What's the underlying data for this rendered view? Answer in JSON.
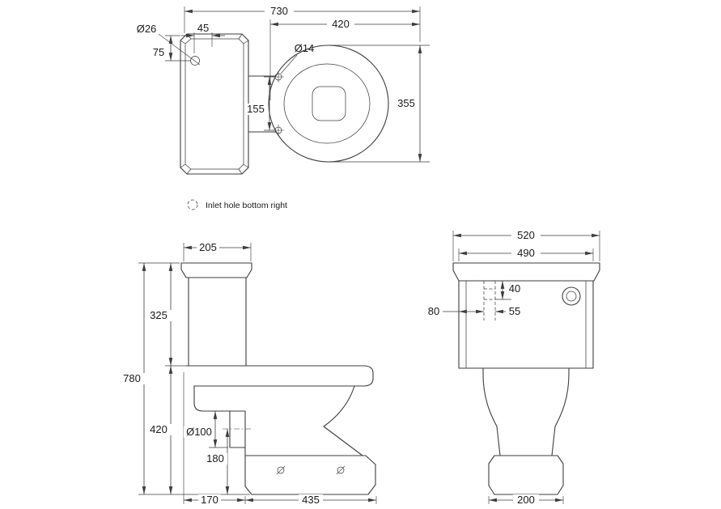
{
  "colors": {
    "background": "#ffffff",
    "line": "#3d3d3d",
    "text": "#1a1a1a"
  },
  "note": {
    "label": "Inlet hole bottom right"
  },
  "plan_view": {
    "dim_overall_length": "730",
    "dim_bowl_length": "420",
    "dim_hole_inset": "45",
    "label_inlet_hole_dia": "Ø26",
    "dim_hole_drop": "75",
    "label_seat_hole_dia": "Ø14",
    "dim_seat_hole_centres": "155",
    "dim_bowl_width": "355"
  },
  "side_view": {
    "dim_cistern_depth": "205",
    "dim_cistern_height": "325",
    "dim_overall_height": "780",
    "dim_pan_height": "420",
    "label_outlet_dia": "Ø100",
    "dim_outlet_centre_height": "180",
    "dim_outlet_setback": "170",
    "dim_base_depth": "435"
  },
  "front_view": {
    "dim_lid_width": "520",
    "dim_cistern_width": "490",
    "dim_inlet_drop": "40",
    "dim_inlet_offset_left": "80",
    "dim_inlet_spacing": "55",
    "dim_base_width": "200"
  }
}
